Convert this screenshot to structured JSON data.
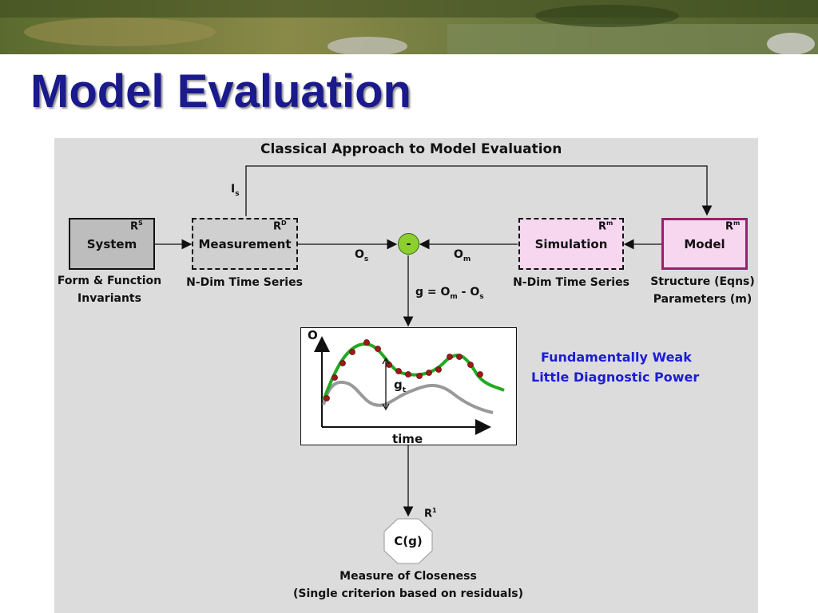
{
  "slide": {
    "title": "Model Evaluation"
  },
  "diagram": {
    "heading": "Classical Approach to Model Evaluation",
    "nodes": {
      "system": {
        "label": "System",
        "sup": "R",
        "sup_idx": "S",
        "caption1": "Form & Function",
        "caption2": "Invariants"
      },
      "measurement": {
        "label": "Measurement",
        "sup": "R",
        "sup_idx": "D",
        "caption": "N-Dim Time Series"
      },
      "simulation": {
        "label": "Simulation",
        "sup": "R",
        "sup_idx": "m",
        "caption": "N-Dim Time Series"
      },
      "model": {
        "label": "Model",
        "sup": "R",
        "sup_idx": "m",
        "caption1": "Structure (Eqns)",
        "caption2": "Parameters (m)"
      },
      "minus": {
        "label": "-"
      },
      "closeness": {
        "label": "C(g)",
        "sup": "R",
        "sup_idx": "1",
        "caption1": "Measure of Closeness",
        "caption2": "(Single criterion based on residuals)"
      }
    },
    "edge_labels": {
      "input": "I",
      "input_sub": "s",
      "obs": "O",
      "obs_sub": "s",
      "sim": "O",
      "sim_sub": "m",
      "residual": "g = O",
      "residual_sub1": "m",
      "residual_mid": " - O",
      "residual_sub2": "s"
    },
    "plot": {
      "y_label": "O",
      "x_label": "time",
      "g_label": "g",
      "g_sub": "t"
    },
    "note": {
      "line1": "Fundamentally Weak",
      "line2": "Little Diagnostic Power"
    },
    "colors": {
      "sim_curve": "#22aa22",
      "obs_curve": "#999999",
      "dots": "#a01818",
      "model_border": "#9a1f6e",
      "sim_fill": "#f7d6f0",
      "minus_fill": "#8ccf2f",
      "title": "#1a1a8c",
      "note": "#1c1cd6"
    }
  }
}
